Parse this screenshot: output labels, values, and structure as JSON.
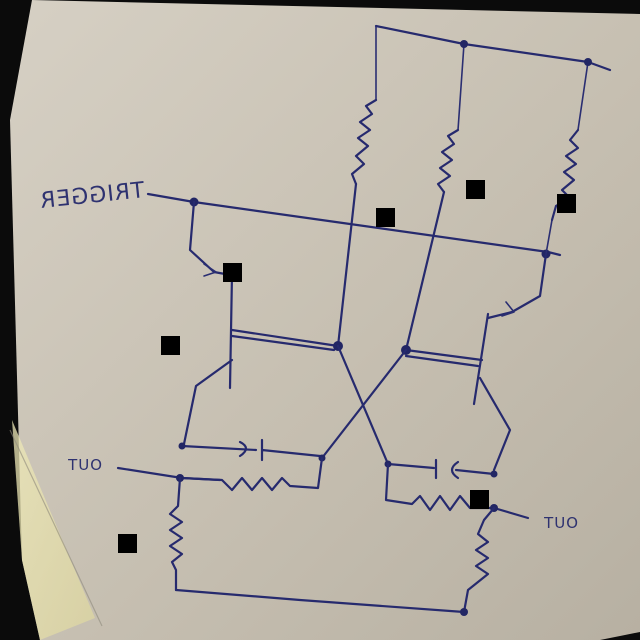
{
  "paper_color": "#c9c2b4",
  "ink_color": "#262a6e",
  "labels": {
    "trigger": "TRIGGER",
    "out_left": "OUT",
    "out_right": "OUT"
  }
}
